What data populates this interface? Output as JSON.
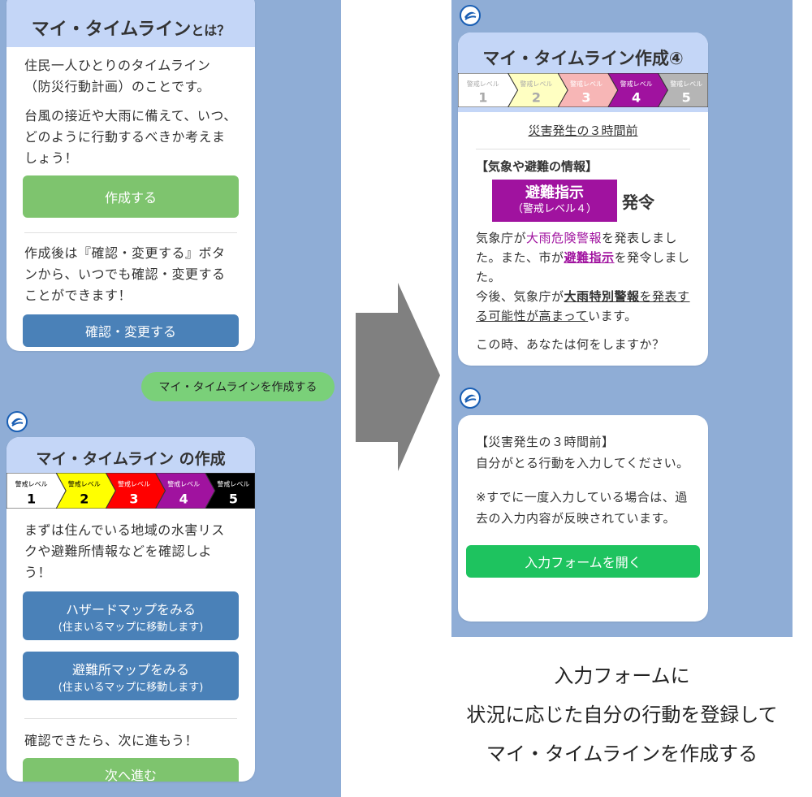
{
  "left": {
    "about_card": {
      "title_main": "マイ・タイムライン",
      "title_suffix": "とは？",
      "para1": "住民一人ひとりのタイムライン（防災行動計画）のことです。",
      "para2": "台風の接近や大雨に備えて、いつ、どのように行動するべきか考えましょう！",
      "create_button": "作成する",
      "para3": "作成後は『確認・変更する』ボタンから、いつでも確認・変更することができます！",
      "confirm_button": "確認・変更する"
    },
    "user_message": "マイ・タイムラインを作成する",
    "create_card": {
      "title": "マイ・タイムライン の作成",
      "levels": [
        {
          "label": "警戒レベル",
          "num": "1",
          "bg": "#ffffff",
          "fg": "#000000"
        },
        {
          "label": "警戒レベル",
          "num": "2",
          "bg": "#ffff00",
          "fg": "#000000"
        },
        {
          "label": "警戒レベル",
          "num": "3",
          "bg": "#ff0000",
          "fg": "#ffffff"
        },
        {
          "label": "警戒レベル",
          "num": "4",
          "bg": "#a0129f",
          "fg": "#ffffff"
        },
        {
          "label": "警戒レベル",
          "num": "5",
          "bg": "#000000",
          "fg": "#ffffff"
        }
      ],
      "intro": "まずは住んでいる地域の水害リスクや避難所情報などを確認しよう！",
      "hazard_button": "ハザードマップをみる",
      "hazard_sub": "(住まいるマップに移動します)",
      "shelter_button": "避難所マップをみる",
      "shelter_sub": "(住まいるマップに移動します)",
      "next_text": "確認できたら、次に進もう！",
      "next_button": "次へ進む"
    }
  },
  "right": {
    "step_card": {
      "title": "マイ・タイムライン作成④",
      "levels": [
        {
          "label": "警戒レベル",
          "num": "1",
          "bg": "#ffffff",
          "fg": "#aaaaaa"
        },
        {
          "label": "警戒レベル",
          "num": "2",
          "bg": "#ffffc2",
          "fg": "#aaaaaa"
        },
        {
          "label": "警戒レベル",
          "num": "3",
          "bg": "#f7b6b6",
          "fg": "#ffffff"
        },
        {
          "label": "警戒レベル",
          "num": "4",
          "bg": "#a0129f",
          "fg": "#ffffff"
        },
        {
          "label": "警戒レベル",
          "num": "5",
          "bg": "#b5b5b5",
          "fg": "#ffffff"
        }
      ],
      "timing": "災害発生の３時間前",
      "info_heading": "【気象や避難の情報】",
      "badge_main": "避難指示",
      "badge_sub": "（警戒レベル４）",
      "badge_suffix": "発令",
      "msg_1": "気象庁が",
      "msg_2": "大雨危険警報",
      "msg_3": "を発表しました。また、市が",
      "msg_4": "避難指示",
      "msg_5": "を発令しました。",
      "msg_6": "今後、気象庁が",
      "msg_7": "大雨特別警報",
      "msg_8": "を発表する可能性が高まって",
      "msg_9": "います。",
      "question": "この時、あなたは何をしますか？"
    },
    "form_card": {
      "line1": "【災害発生の３時間前】",
      "line2": "自分がとる行動を入力してください。",
      "note": "※すでに一度入力している場合は、過去の入力内容が反映されています。",
      "open_button": "入力フォームを開く"
    }
  },
  "caption": {
    "line1": "入力フォームに",
    "line2": "状況に応じた自分の行動を登録して",
    "line3": "マイ・タイムラインを作成する"
  },
  "colors": {
    "background": "#8fadd6",
    "header": "#c4d6f7",
    "green_button": "#7ec46e",
    "blue_button": "#4a81b8",
    "line_button": "#1ec35f",
    "level4": "#a0129f",
    "arrow": "#808080"
  }
}
